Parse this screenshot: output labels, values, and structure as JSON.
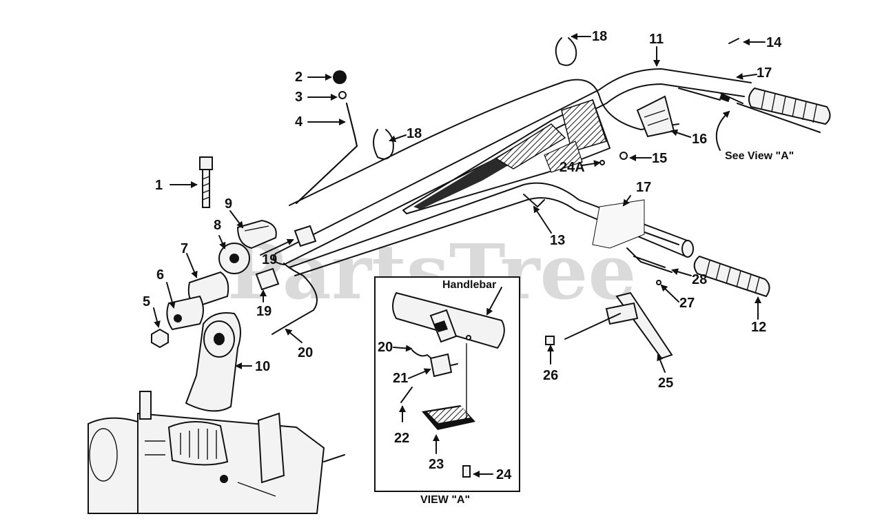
{
  "watermark": "PartsTree",
  "notes": {
    "see_view": "See View \"A\"",
    "handlebar": "Handlebar",
    "view_title": "VIEW \"A\""
  },
  "callouts": {
    "c1": "1",
    "c2": "2",
    "c3": "3",
    "c4": "4",
    "c5": "5",
    "c6": "6",
    "c7": "7",
    "c8": "8",
    "c9": "9",
    "c10": "10",
    "c11": "11",
    "c12": "12",
    "c13": "13",
    "c14": "14",
    "c15": "15",
    "c16": "16",
    "c17a": "17",
    "c17b": "17",
    "c18a": "18",
    "c18b": "18",
    "c19a": "19",
    "c19b": "19",
    "c20a": "20",
    "c20b": "20",
    "c21": "21",
    "c22": "22",
    "c23": "23",
    "c24": "24",
    "c24a": "24A",
    "c25": "25",
    "c26": "26",
    "c27": "27",
    "c28": "28"
  }
}
